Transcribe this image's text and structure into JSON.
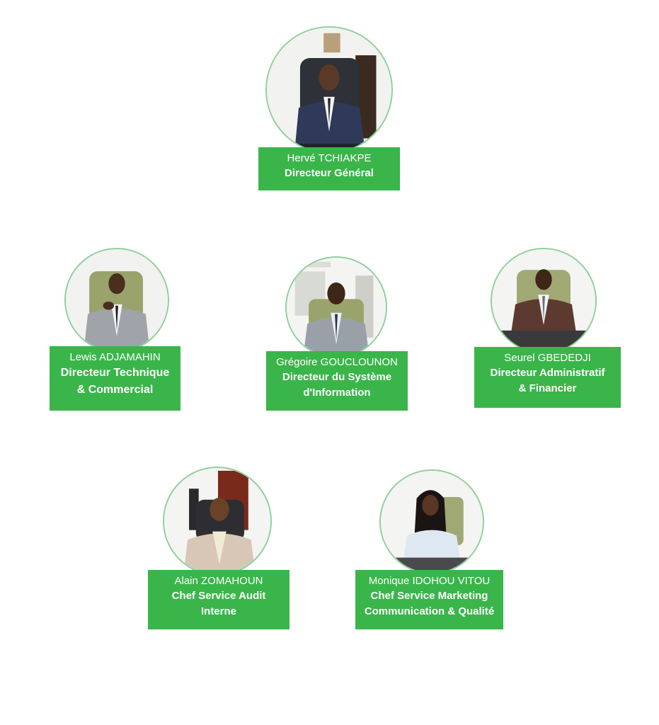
{
  "colors": {
    "accent_green": "#3ab54a",
    "circle_border": "#8fcf9b"
  },
  "members": [
    {
      "id": "herve-tchiakpe",
      "name": "Hervé TCHIAKPE",
      "role_lines": [
        "Directeur Général"
      ]
    },
    {
      "id": "lewis-adjamahin",
      "name": "Lewis ADJAMAHIN",
      "role_lines": [
        "Directeur Technique",
        "& Commercial"
      ]
    },
    {
      "id": "gregoire-gouclounon",
      "name": "Grégoire GOUCLOUNON",
      "role_lines": [
        "Directeur du Système",
        "d'Information"
      ]
    },
    {
      "id": "seurel-gbededji",
      "name": "Seurel GBEDEDJI",
      "role_lines": [
        "Directeur Administratif",
        "& Financier"
      ]
    },
    {
      "id": "alain-zomahoun",
      "name": "Alain ZOMAHOUN",
      "role_lines": [
        "Chef Service Audit",
        "Interne"
      ]
    },
    {
      "id": "monique-idohou-vitou",
      "name": "Monique IDOHOU VITOU",
      "role_lines": [
        "Chef Service Marketing",
        "Communication & Qualité"
      ]
    }
  ]
}
